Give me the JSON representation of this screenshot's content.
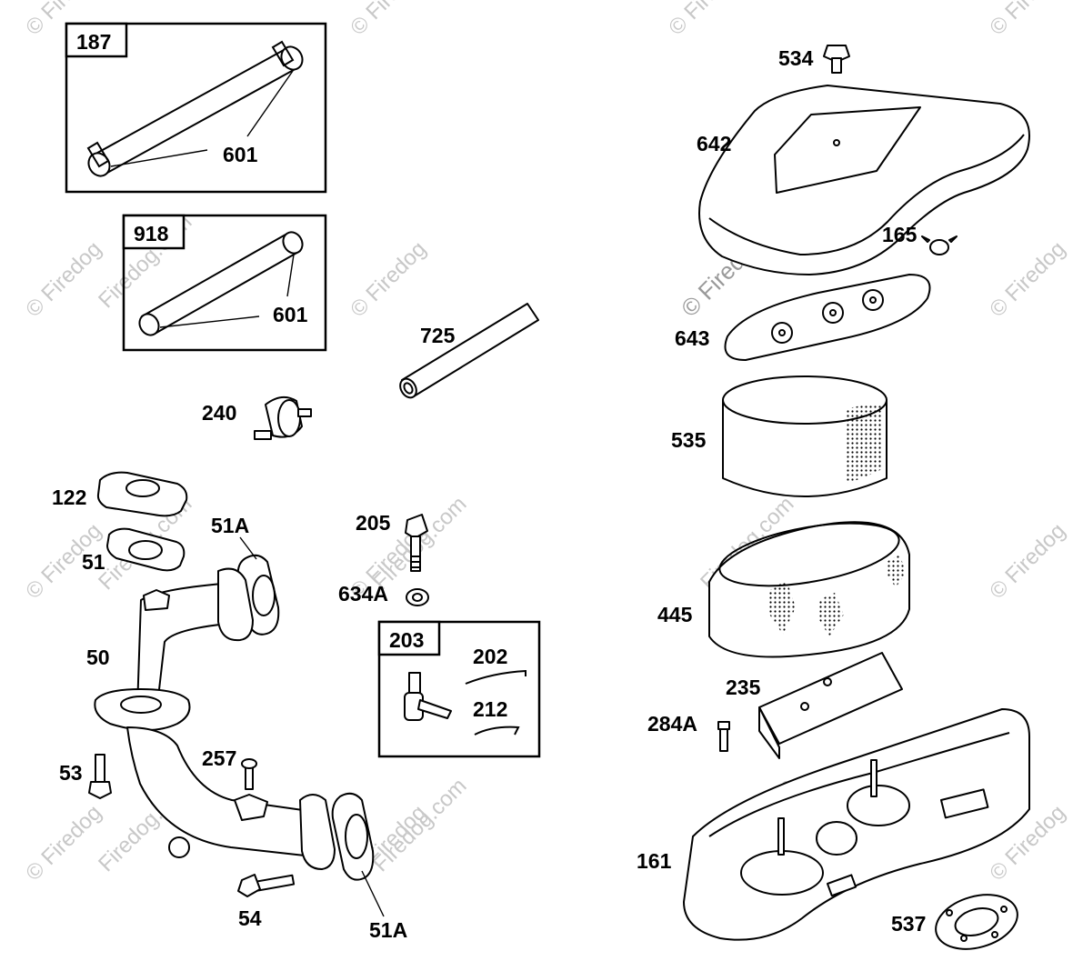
{
  "watermark": {
    "corner_text": "© Firedog",
    "diagonal_text": "Firedog.com",
    "center_text": "© Firedog.com"
  },
  "kit_boxes": {
    "kit_187": {
      "number": "187",
      "part": "601"
    },
    "kit_918": {
      "number": "918",
      "part": "601"
    },
    "kit_203": {
      "number": "203",
      "parts": [
        "202",
        "212"
      ]
    }
  },
  "labels": {
    "p534": "534",
    "p642": "642",
    "p165": "165",
    "p643": "643",
    "p725": "725",
    "p240": "240",
    "p535": "535",
    "p122": "122",
    "p51A_top": "51A",
    "p51": "51",
    "p205": "205",
    "p634A": "634A",
    "p50": "50",
    "p445": "445",
    "p235": "235",
    "p284A": "284A",
    "p53": "53",
    "p257": "257",
    "p161": "161",
    "p54": "54",
    "p51A_bottom": "51A",
    "p537": "537"
  }
}
